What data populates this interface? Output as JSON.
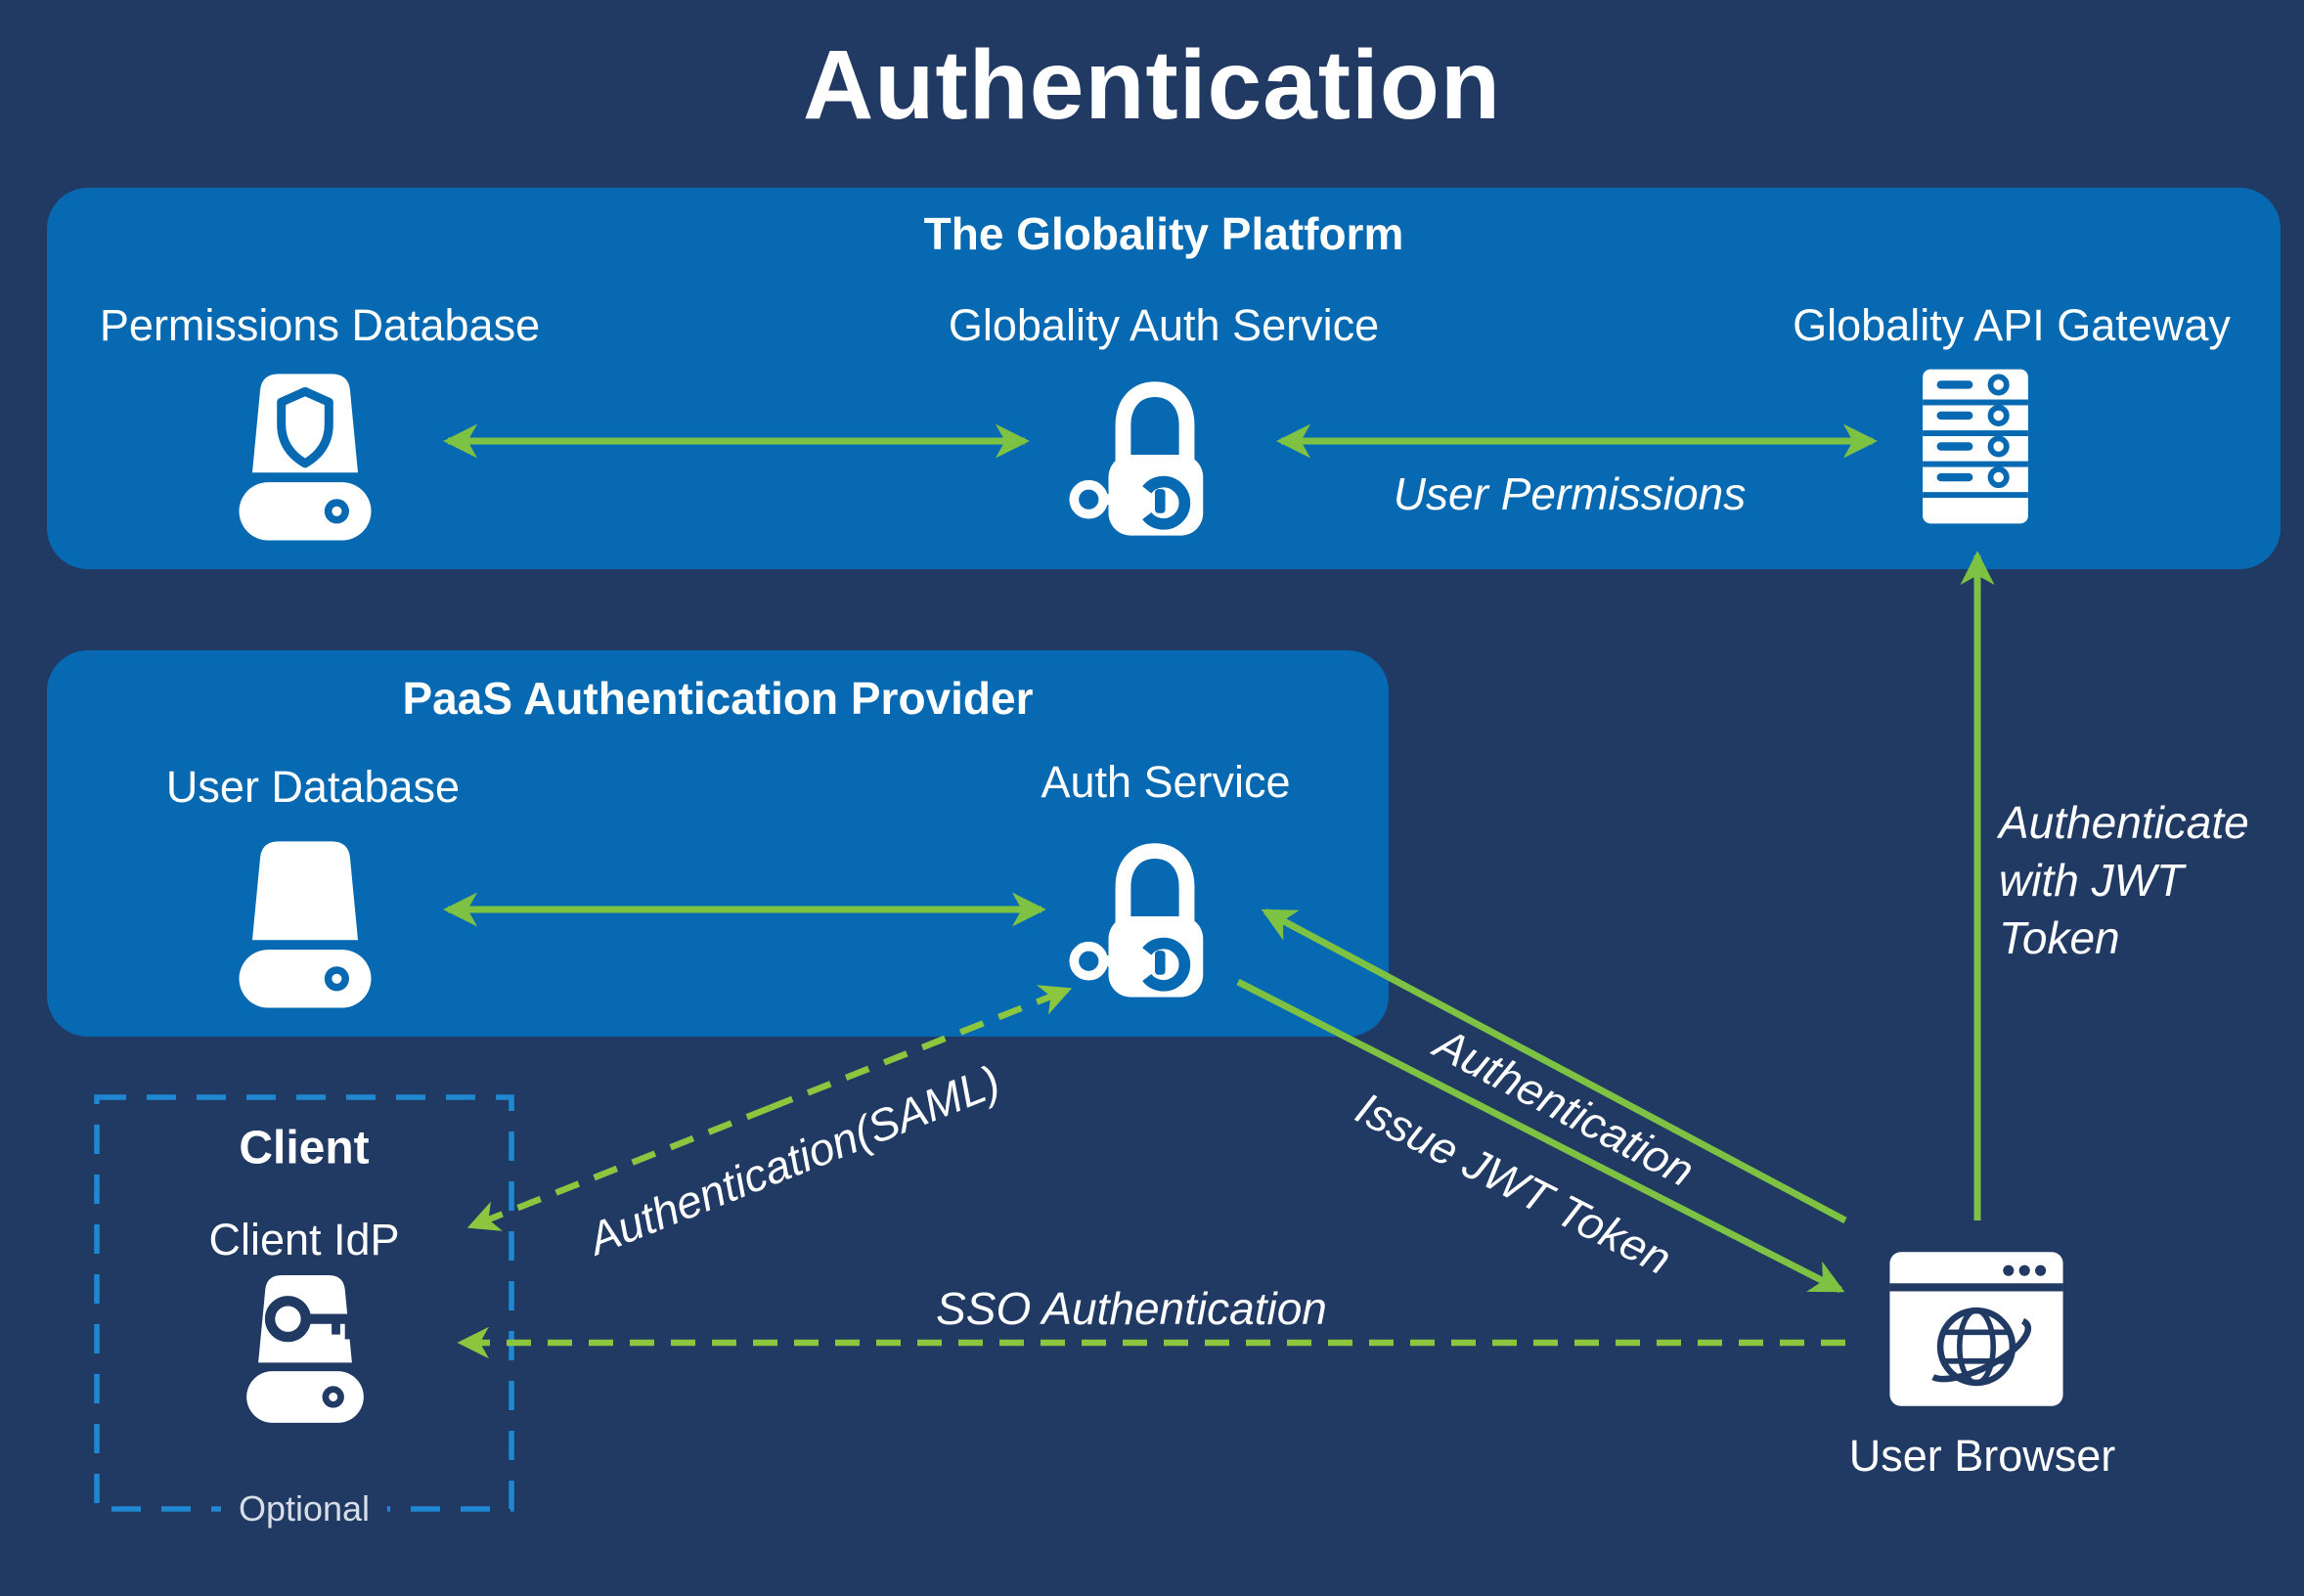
{
  "page": {
    "title": "Authentication"
  },
  "colors": {
    "background_navy": "#203A64",
    "panel_blue": "#0769B1",
    "arrow_green": "#7DC242",
    "dashed_arrow_green": "#8CC63F",
    "client_border_blue": "#1E88D2",
    "text_white": "#FFFFFF",
    "optional_text": "#D8DEE8"
  },
  "platform_box": {
    "title": "The Globality Platform",
    "nodes": [
      {
        "label": "Permissions Database",
        "icon": "database-shield-icon"
      },
      {
        "label": "Globality Auth Service",
        "icon": "lock-key-icon"
      },
      {
        "label": "Globality API Gateway",
        "icon": "server-stack-icon"
      }
    ]
  },
  "paas_box": {
    "title": "PaaS Authentication Provider",
    "nodes": [
      {
        "label": "User Database",
        "icon": "database-icon"
      },
      {
        "label": "Auth Service",
        "icon": "lock-key-icon"
      }
    ]
  },
  "client_box": {
    "title": "Client",
    "node": {
      "label": "Client IdP",
      "icon": "database-key-icon"
    },
    "note": "Optional"
  },
  "browser": {
    "label": "User Browser",
    "icon": "browser-globe-icon"
  },
  "edge_labels": {
    "user_permissions": "User Permissions",
    "authenticate_jwt": "Authenticate with JWT Token",
    "authentication": "Authentication",
    "issue_jwt": "Issue JWT Token",
    "saml": "Authentication(SAML)",
    "sso": "SSO Authentication"
  }
}
